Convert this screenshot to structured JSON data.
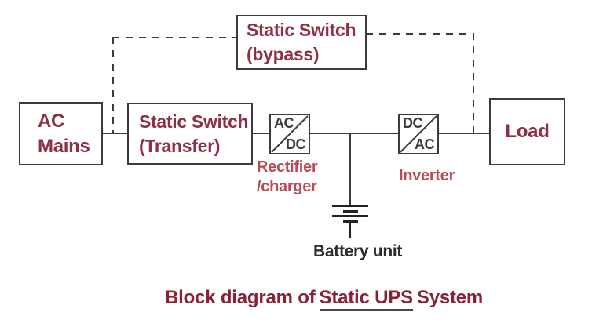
{
  "colors": {
    "background": "#ffffff",
    "box_border": "#3b3b3b",
    "box_text": "#8e2f44",
    "annotation_red": "#bb4a58",
    "line": "#3b3b3b",
    "converter_text": "#3a3a3a",
    "battery_text": "#2b2b2b",
    "title_text": "#8c2136",
    "underline": "#4a4a4a"
  },
  "blocks": {
    "ac_mains": {
      "line1": "AC",
      "line2": "Mains"
    },
    "transfer_switch": {
      "line1": "Static Switch",
      "line2": "(Transfer)"
    },
    "bypass_switch": {
      "line1": "Static Switch",
      "line2": "(bypass)"
    },
    "rectifier_converter": {
      "top_label": "AC",
      "bottom_label": "DC"
    },
    "inverter_converter": {
      "top_label": "DC",
      "bottom_label": "AC"
    },
    "load": {
      "label": "Load"
    }
  },
  "annotations": {
    "rectifier": {
      "line1": "Rectifier",
      "line2": "/charger"
    },
    "inverter": "Inverter",
    "battery": "Battery unit"
  },
  "title": {
    "prefix": "Block diagram of",
    "underlined": "Static UPS",
    "suffix": "System"
  }
}
